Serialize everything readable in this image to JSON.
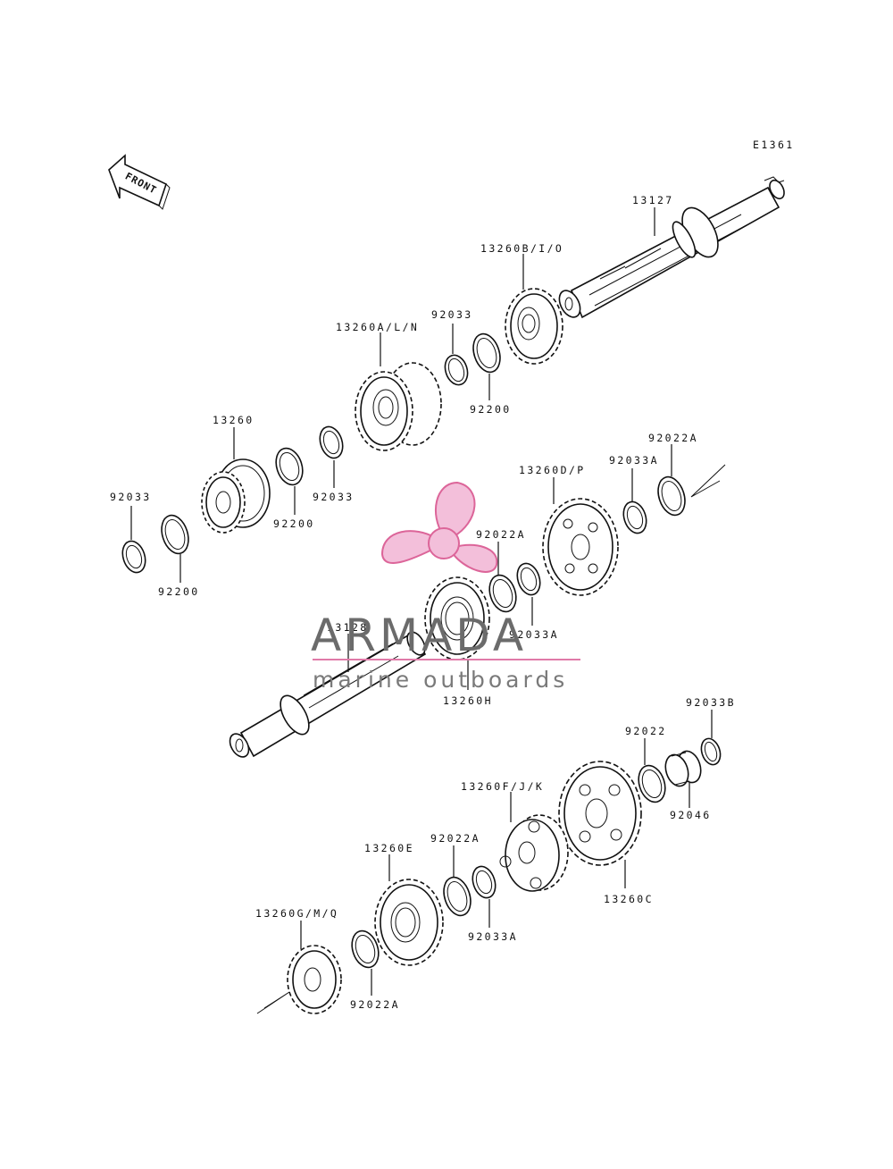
{
  "diagram": {
    "code": "E1361",
    "front_label": "FRONT",
    "callouts": [
      {
        "id": "c-13127",
        "text": "13127"
      },
      {
        "id": "c-13260b",
        "text": "13260B/I/O"
      },
      {
        "id": "c-92033-top",
        "text": "92033"
      },
      {
        "id": "c-13260a",
        "text": "13260A/L/N"
      },
      {
        "id": "c-92200-top",
        "text": "92200"
      },
      {
        "id": "c-13260",
        "text": "13260"
      },
      {
        "id": "c-92200-mid",
        "text": "92200"
      },
      {
        "id": "c-92033-mid",
        "text": "92033"
      },
      {
        "id": "c-92033-left",
        "text": "92033"
      },
      {
        "id": "c-92200-left",
        "text": "92200"
      },
      {
        "id": "c-13260d",
        "text": "13260D/P"
      },
      {
        "id": "c-92033a-right",
        "text": "92033A"
      },
      {
        "id": "c-92022a-right",
        "text": "92022A"
      },
      {
        "id": "c-92022a-mid",
        "text": "92022A"
      },
      {
        "id": "c-92033a-mid",
        "text": "92033A"
      },
      {
        "id": "c-13128",
        "text": "13128"
      },
      {
        "id": "c-13260h",
        "text": "13260H"
      },
      {
        "id": "c-92033b",
        "text": "92033B"
      },
      {
        "id": "c-92022",
        "text": "92022"
      },
      {
        "id": "c-92046",
        "text": "92046"
      },
      {
        "id": "c-13260fjk",
        "text": "13260F/J/K"
      },
      {
        "id": "c-13260c",
        "text": "13260C"
      },
      {
        "id": "c-92022a-low",
        "text": "92022A"
      },
      {
        "id": "c-13260e",
        "text": "13260E"
      },
      {
        "id": "c-92033a-low",
        "text": "92033A"
      },
      {
        "id": "c-13260g",
        "text": "13260G/M/Q"
      },
      {
        "id": "c-92022a-bottom",
        "text": "92022A"
      }
    ]
  },
  "watermark": {
    "title": "ARMADA",
    "subtitle": "marine outboards",
    "colors": {
      "propeller": "#f2b9d6",
      "propeller_outline": "#d9558f",
      "text": "#6b6b6b",
      "rule": "#e07aa8"
    }
  }
}
